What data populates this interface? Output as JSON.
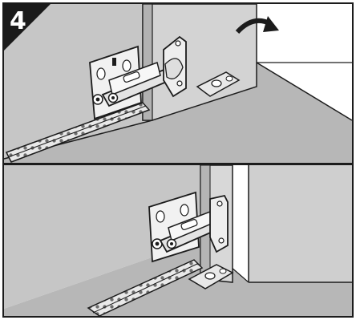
{
  "step": {
    "number": "4"
  },
  "colors": {
    "wall": "#c9c9c9",
    "wall_dark": "#a9a9a9",
    "floor": "#bdbdbd",
    "door": "#d6d6d6",
    "metal": "#efefef",
    "metal_shadow": "#8c8c8c",
    "outline": "#1c1c1c",
    "badge": "#1a1a1a"
  },
  "panels": [
    {
      "name": "hinge-open-panel",
      "description_icon": "rotate-arrow-icon"
    },
    {
      "name": "hinge-closed-panel",
      "description_icon": "none"
    }
  ]
}
